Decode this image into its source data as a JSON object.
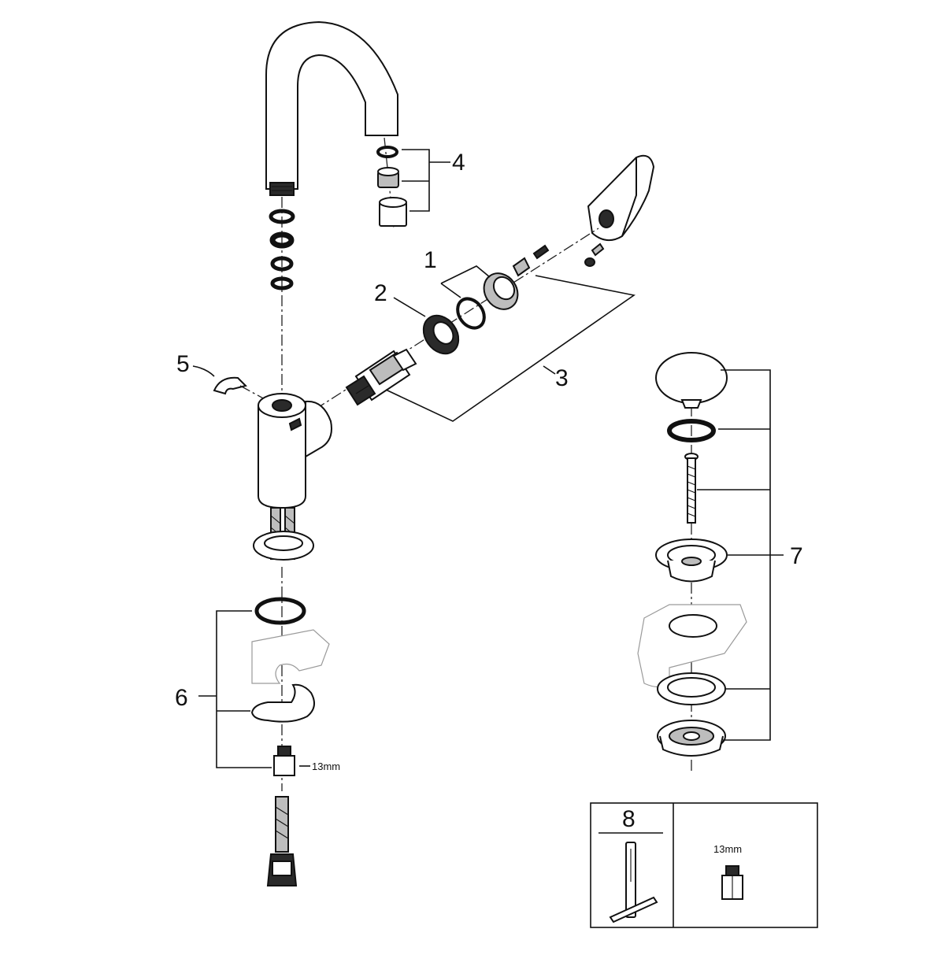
{
  "callouts": {
    "c1": "1",
    "c2": "2",
    "c3": "3",
    "c4": "4",
    "c5": "5",
    "c6": "6",
    "c7": "7",
    "c8": "8"
  },
  "wrench_size_1": "13mm",
  "wrench_size_2": "13mm",
  "icons": [
    "spout-icon",
    "cartridge-icon",
    "lever-handle-icon",
    "pop-up-waste-icon",
    "flexible-hose-icon",
    "hex-key-icon",
    "nipple-icon"
  ]
}
